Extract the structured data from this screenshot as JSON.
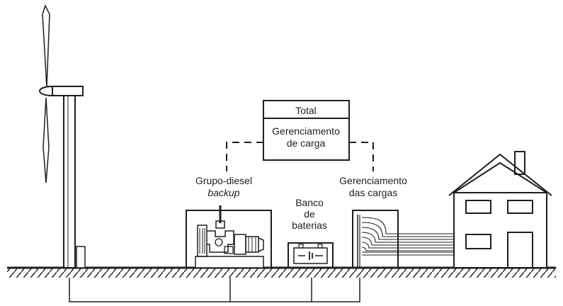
{
  "control_box": {
    "header": "Total",
    "label_line1": "Gerenciamento",
    "label_line2": "de carga"
  },
  "diesel": {
    "label_line1": "Grupo-diesel",
    "label_line2": "backup"
  },
  "battery": {
    "label_line1": "Banco",
    "label_line2": "de",
    "label_line3": "baterias"
  },
  "load_mgmt": {
    "label_line1": "Gerenciamento",
    "label_line2": "das cargas"
  },
  "colors": {
    "line": "#1e1e1e",
    "background": "#ffffff"
  },
  "icons": [
    "wind-turbine-icon",
    "diesel-generator-icon",
    "battery-icon",
    "load-controller-icon",
    "house-icon"
  ]
}
